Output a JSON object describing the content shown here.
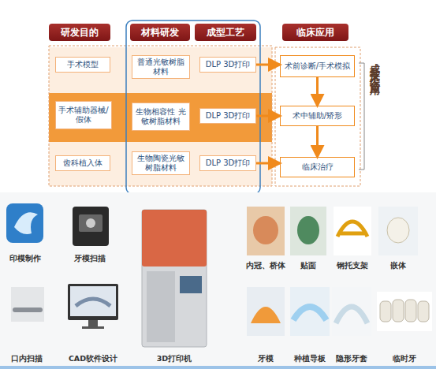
{
  "diagram": {
    "nodes": [
      {
        "text": [
          "研发目的"
        ]
      },
      {
        "text": [
          "材料研发"
        ]
      },
      {
        "text": [
          "成型工艺"
        ]
      },
      {
        "text": [
          "临床应用"
        ]
      },
      {
        "text": [
          "手术模型"
        ]
      },
      {
        "text": [
          "普通光敏树脂材料"
        ]
      },
      {
        "text": [
          "DLP 3D打印"
        ]
      },
      {
        "text": [
          "术前诊断/手术模拟"
        ]
      },
      {
        "text": [
          "手术辅助器械/假体"
        ]
      },
      {
        "text": [
          "生物相容性 光敏树脂材料"
        ]
      },
      {
        "text": [
          "DLP 3D打印"
        ]
      },
      {
        "text": [
          "术中辅助/矫形"
        ]
      },
      {
        "text": [
          "齿科植入体"
        ]
      },
      {
        "text": [
          "生物陶瓷光敏树脂材料"
        ]
      },
      {
        "text": [
          "DLP 3D打印"
        ]
      },
      {
        "text": [
          "临床治疗"
        ]
      }
    ],
    "edges": [
      {
        "from": 6,
        "to": 7,
        "arrow": "to"
      },
      {
        "from": 10,
        "to": 11,
        "arrow": "to"
      },
      {
        "from": 14,
        "to": 15,
        "arrow": "to"
      },
      {
        "from": 7,
        "to": 11,
        "arrow": "to"
      },
      {
        "from": 11,
        "to": 15,
        "arrow": "to"
      }
    ],
    "labels": [
      "成套技术综合应用",
      "印模制作",
      "牙模扫描",
      "内冠、桥体",
      "贴面",
      "钢托支架",
      "嵌体",
      "口内扫描",
      "CAD软件设计",
      "3D打印机",
      "牙模",
      "种植导板",
      "隐形牙套",
      "临时牙"
    ]
  }
}
